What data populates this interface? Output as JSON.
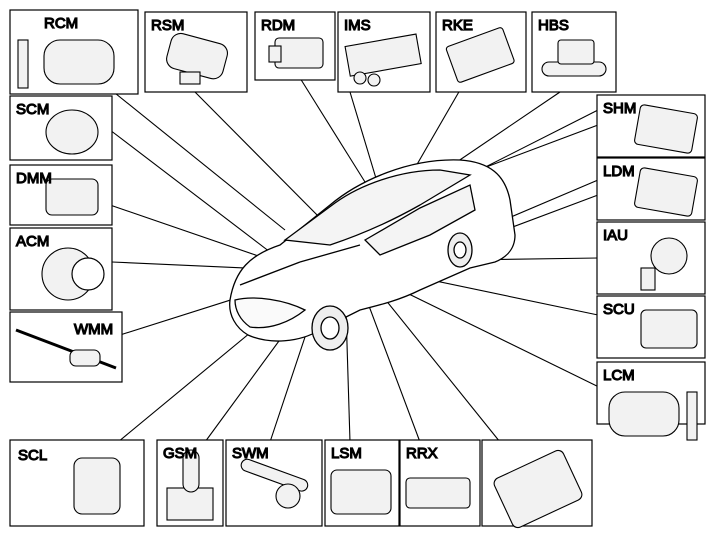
{
  "diagram": {
    "callouts": [
      {
        "id": "rcm",
        "label": "RCM",
        "icon": "door-mirror-left-icon"
      },
      {
        "id": "rsm",
        "label": "RSM",
        "icon": "rain-sensor-module-icon"
      },
      {
        "id": "rdm",
        "label": "RDM",
        "icon": "rear-differential-module-icon"
      },
      {
        "id": "ims",
        "label": "IMS",
        "icon": "infotainment-module-icon"
      },
      {
        "id": "rke",
        "label": "RKE",
        "icon": "remote-keyless-entry-module-icon"
      },
      {
        "id": "hbs",
        "label": "HBS",
        "icon": "sensor-module-icon"
      },
      {
        "id": "shm",
        "label": "SHM",
        "icon": "seat-heating-module-icon"
      },
      {
        "id": "ldm",
        "label": "LDM",
        "icon": "light-driver-module-icon"
      },
      {
        "id": "iau",
        "label": "IAU",
        "icon": "speaker-unit-icon"
      },
      {
        "id": "scu",
        "label": "SCU",
        "icon": "connector-unit-icon"
      },
      {
        "id": "lcm",
        "label": "LCM",
        "icon": "door-mirror-right-icon"
      },
      {
        "id": "scm",
        "label": "SCM",
        "icon": "siren-module-icon"
      },
      {
        "id": "dmm",
        "label": "DMM",
        "icon": "motor-module-icon"
      },
      {
        "id": "acm",
        "label": "ACM",
        "icon": "alternator-icon"
      },
      {
        "id": "wmm",
        "label": "WMM",
        "icon": "wiper-motor-linkage-icon"
      },
      {
        "id": "scl",
        "label": "SCL",
        "icon": "steering-column-lock-icon"
      },
      {
        "id": "gsm",
        "label": "GSM",
        "icon": "gear-selector-icon"
      },
      {
        "id": "swm",
        "label": "SWM",
        "icon": "steering-wheel-switch-icon"
      },
      {
        "id": "lsm",
        "label": "LSM",
        "icon": "light-switch-module-icon"
      },
      {
        "id": "rrx",
        "label": "RRX",
        "icon": "receiver-module-icon"
      },
      {
        "id": "dsm",
        "label": "",
        "icon": "window-switch-panel-icon"
      }
    ],
    "car_icon": "car-icon"
  }
}
